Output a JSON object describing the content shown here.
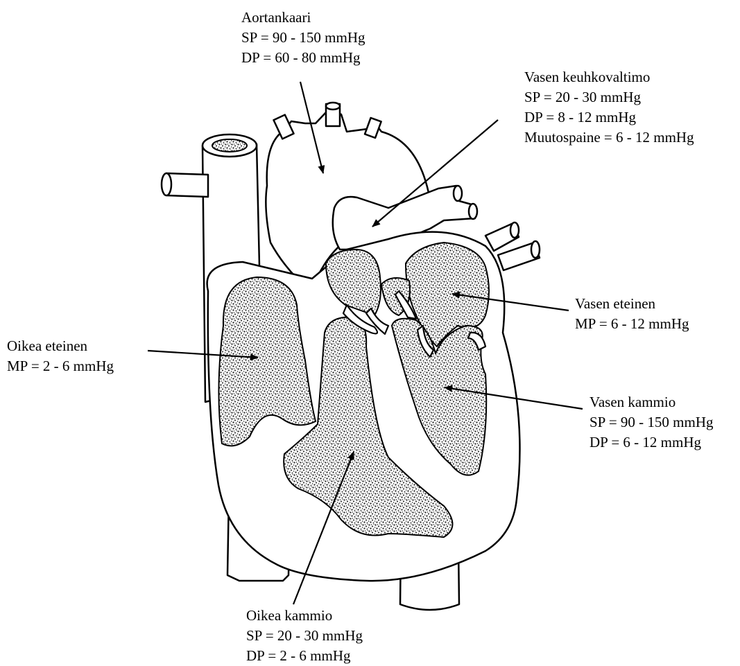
{
  "colors": {
    "ink": "#000000",
    "paper": "#ffffff",
    "stipple": "#1a1a1a"
  },
  "labels": {
    "aortic_arch": {
      "name": "Aortankaari",
      "sp": "SP = 90 - 150 mmHg",
      "dp": "DP = 60 - 80 mmHg"
    },
    "left_pulmonary_artery": {
      "name": "Vasen keuhkovaltimo",
      "sp": "SP = 20 - 30 mmHg",
      "dp": "DP = 8 - 12 mmHg",
      "mp": "Muutospaine = 6 - 12 mmHg"
    },
    "left_atrium": {
      "name": "Vasen eteinen",
      "mp": "MP = 6 - 12 mmHg"
    },
    "right_atrium": {
      "name": "Oikea eteinen",
      "mp": "MP = 2 - 6 mmHg"
    },
    "left_ventricle": {
      "name": "Vasen kammio",
      "sp": "SP = 90 - 150 mmHg",
      "dp": "DP = 6 - 12 mmHg"
    },
    "right_ventricle": {
      "name": "Oikea kammio",
      "sp": "SP = 20 - 30 mmHg",
      "dp": "DP = 2 - 6 mmHg"
    }
  }
}
